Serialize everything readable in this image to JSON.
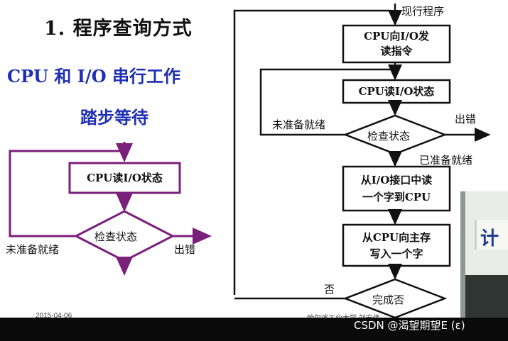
{
  "slide": {
    "title": "1. 程序查询方式",
    "subtitle_line1": "CPU 和 I/O 串行工作",
    "subtitle_line2": "踏步等待",
    "date": "2015-04-06",
    "author": "哈尔滨工业大学  刘宏伟"
  },
  "left_flow": {
    "box": "CPU读I/O状态",
    "diamond": "检查状态",
    "not_ready": "未准备就绪",
    "error": "出错"
  },
  "right_flow": {
    "start": "现行程序",
    "box1_line1": "CPU向I/O发",
    "box1_line2": "读指令",
    "box2": "CPU读I/O状态",
    "diamond1": "检查状态",
    "not_ready": "未准备就绪",
    "error": "出错",
    "ready": "已准备就绪",
    "box3_line1": "从I/O接口中读",
    "box3_line2": "一个字到CPU",
    "box4_line1": "从CPU向主存",
    "box4_line2": "写入一个字",
    "no": "否",
    "diamond2": "完成否"
  },
  "watermark": "CSDN @渴望期望E (ε)",
  "colors": {
    "title_blue": "#1f2fb5",
    "left_flow_purple": "#7a1f7a",
    "right_flow_line": "#111111"
  },
  "icons": {
    "photo": "video-thumbnail"
  }
}
